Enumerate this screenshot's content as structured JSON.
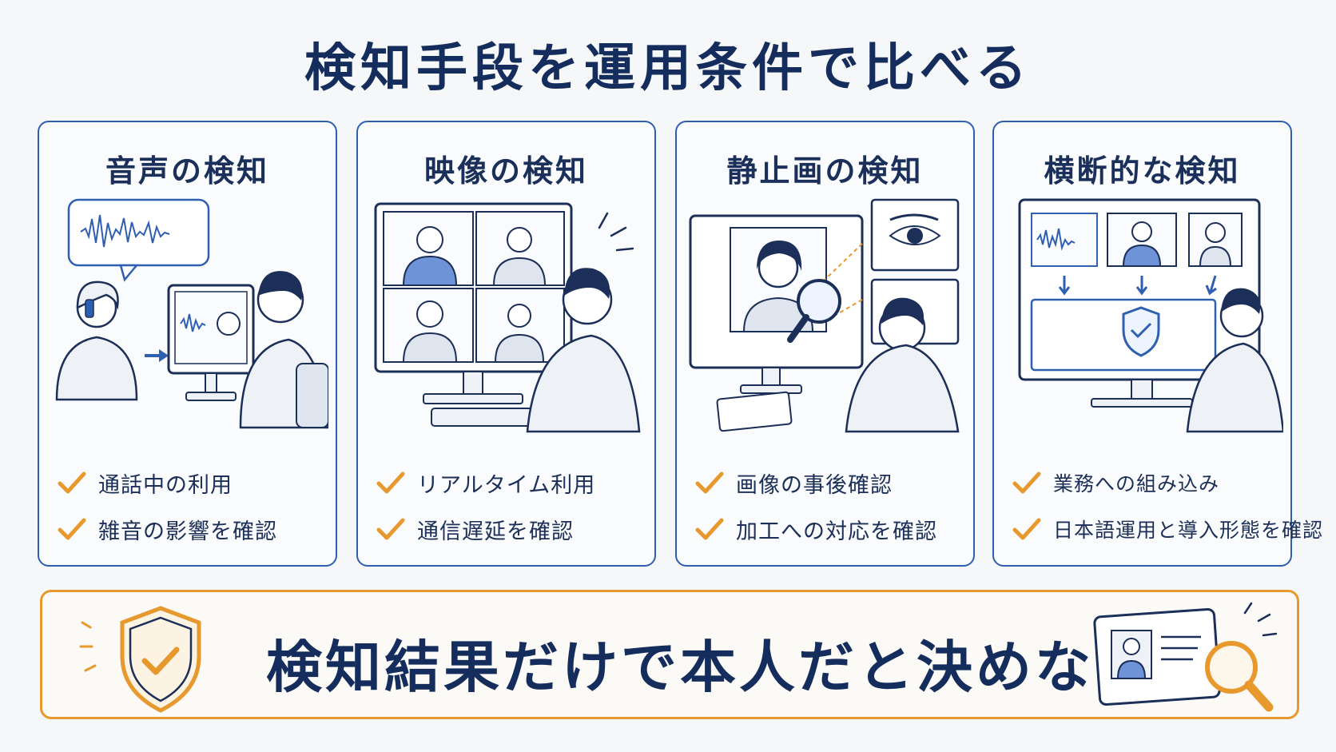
{
  "title": "検知手段を運用条件で比べる",
  "cards": [
    {
      "title": "音声の検知",
      "items": [
        "通話中の利用",
        "雑音の影響を確認"
      ]
    },
    {
      "title": "映像の検知",
      "items": [
        "リアルタイム利用",
        "通信遅延を確認"
      ]
    },
    {
      "title": "静止画の検知",
      "items": [
        "画像の事後確認",
        "加工への対応を確認"
      ]
    },
    {
      "title": "横断的な検知",
      "items": [
        "業務への組み込み",
        "日本語運用と導入形態を確認"
      ]
    }
  ],
  "banner": {
    "text": "検知結果だけで本人だと決めない"
  },
  "colors": {
    "navy": "#152d5c",
    "blue": "#2f5fb0",
    "orange": "#e8992e"
  },
  "icons": [
    "checkmark-icon",
    "shield-check-icon",
    "magnifier-icon",
    "waveform-icon",
    "id-card-icon"
  ]
}
